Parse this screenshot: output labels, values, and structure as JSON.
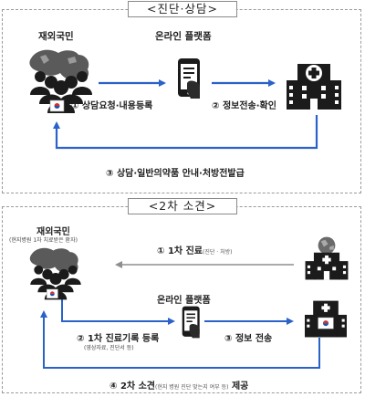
{
  "sections": {
    "top": {
      "title": "<진단·상담>",
      "actor_label": "재외국민",
      "platform_label": "온라인 플랫폼",
      "step1": "① 상담요청·내용등록",
      "step2": "② 정보전송·확인",
      "step3": "③ 상담·일반의약품 안내·처방전발급"
    },
    "bottom": {
      "title": "<2차 소견>",
      "actor_label": "재외국민",
      "actor_sublabel": "(현지병원 1차 치료받은 환자)",
      "platform_label": "온라인 플랫폼",
      "step1": "① 1차 진료",
      "step1_note": "(진단 · 처방)",
      "step2": "② 1차 진료기록 등록",
      "step2_note": "(영상자료, 진단서 등)",
      "step3": "③ 정보 전송",
      "step4": "④ 2차 소견",
      "step4_note": "(현지 병원 진단 맞는지 여부 등)",
      "step4_suffix": "제공"
    }
  },
  "colors": {
    "arrow_blue": "#2a62c9",
    "arrow_gray": "#8e8e8e",
    "icon_dark": "#1b1b1b",
    "korea_red": "#d2302f",
    "korea_blue": "#1f4fa8"
  }
}
